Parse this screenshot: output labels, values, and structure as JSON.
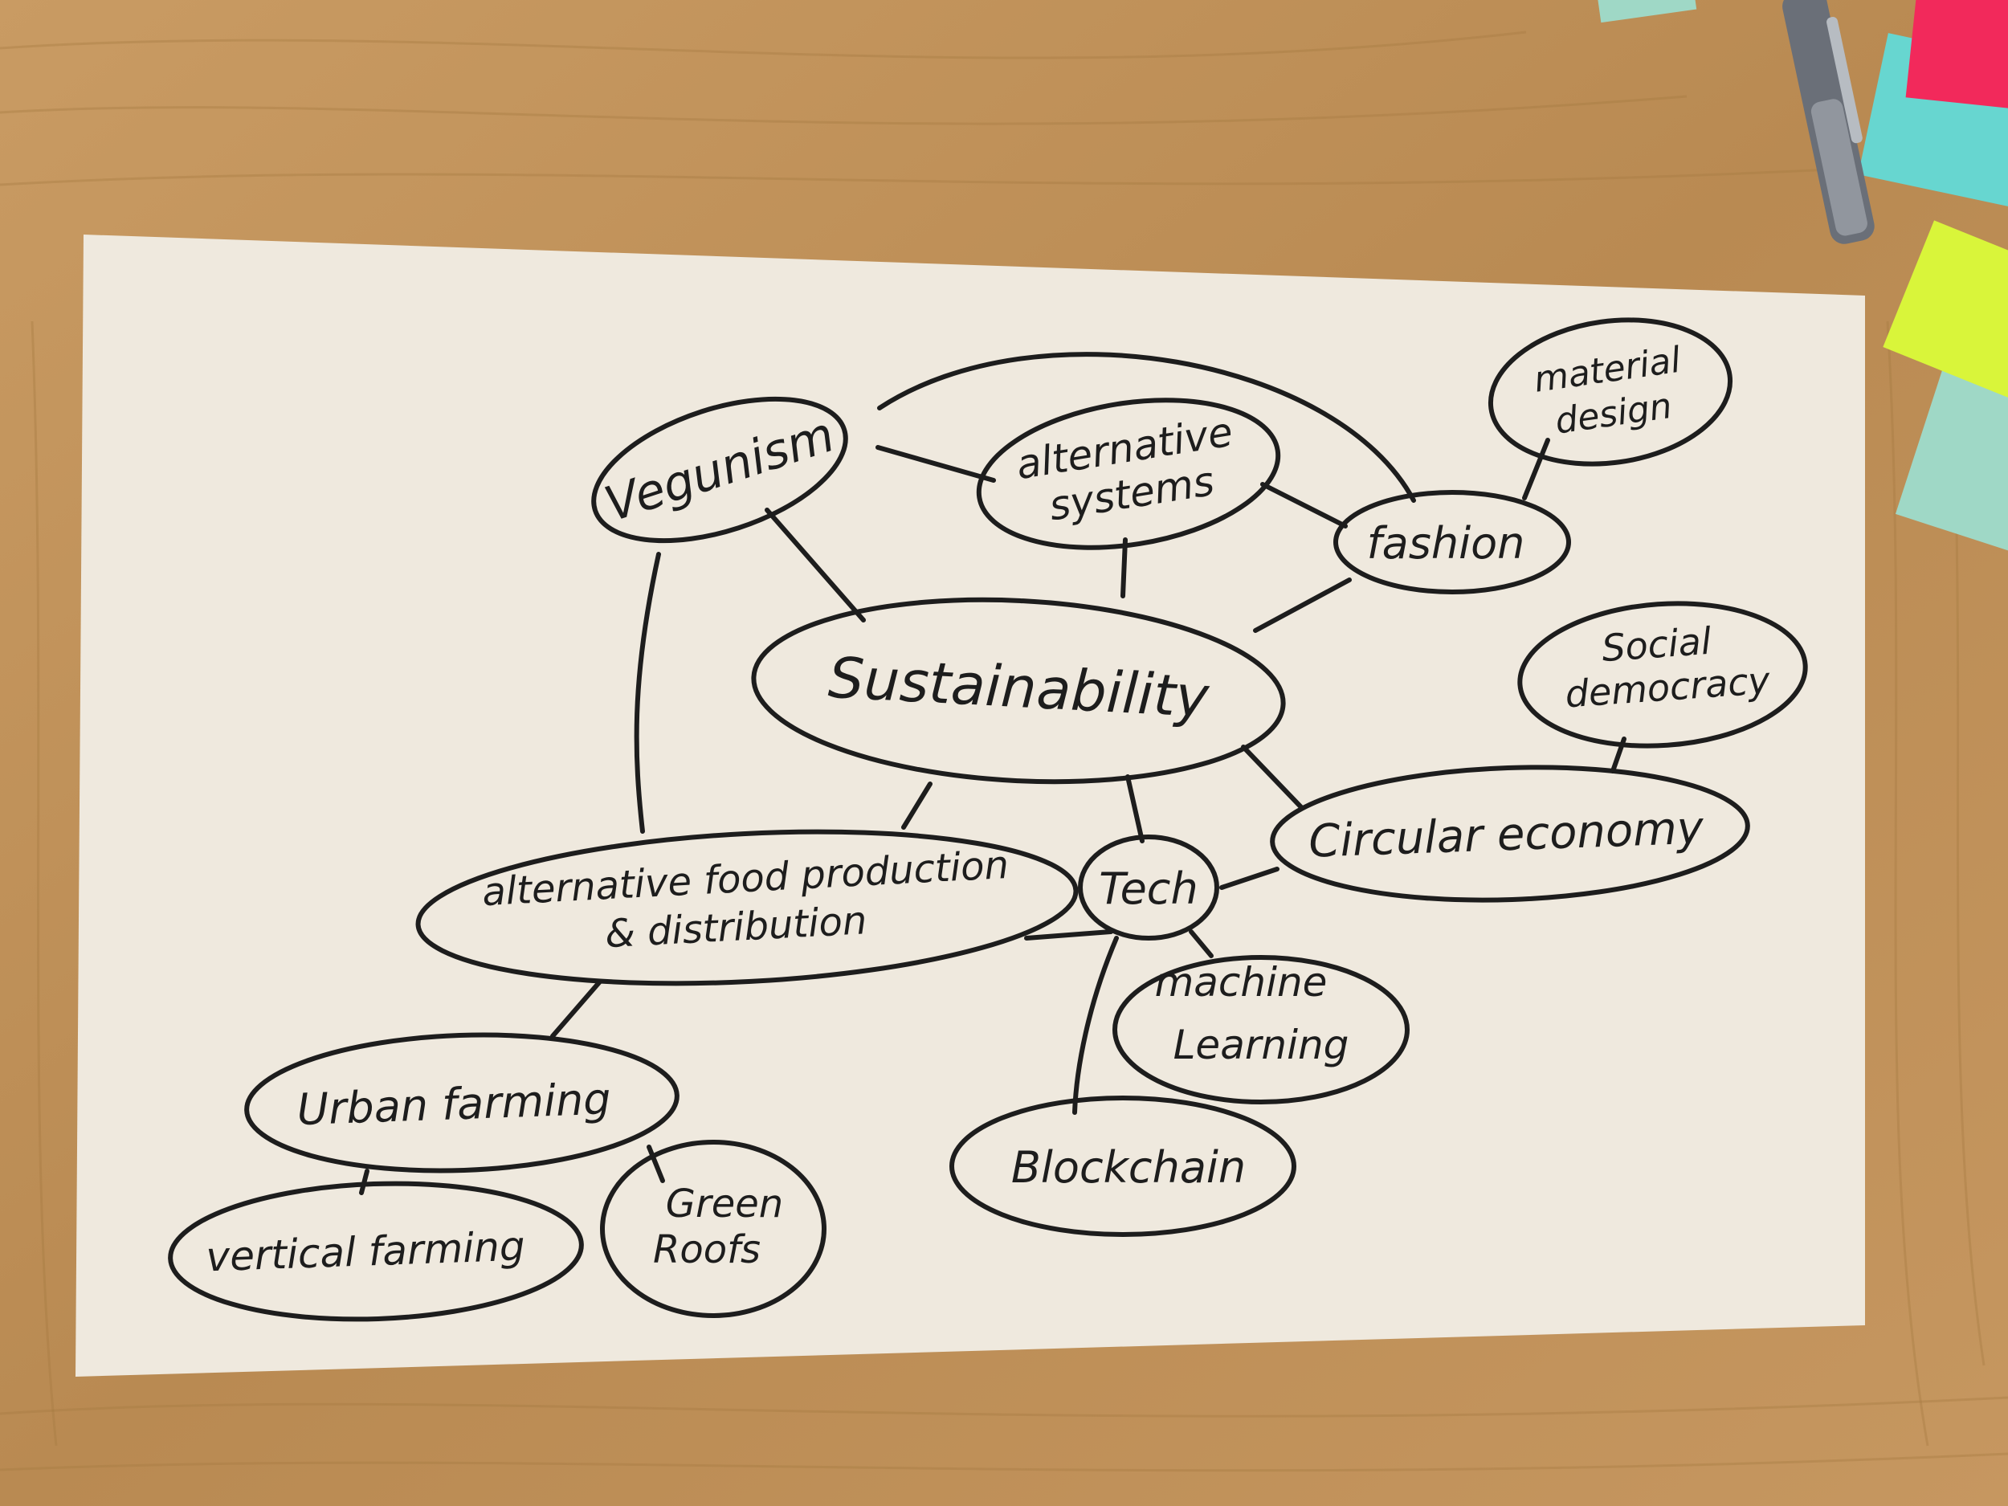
{
  "diagram": {
    "nodes": {
      "center": {
        "label": "Sustainability"
      },
      "veganism": {
        "label": "Vegunism"
      },
      "alt_systems": {
        "line1": "alternative",
        "line2": "systems"
      },
      "fashion": {
        "label": "fashion"
      },
      "material_design": {
        "line1": "material",
        "line2": "design"
      },
      "social_democracy": {
        "line1": "Social",
        "line2": "democracy"
      },
      "circular_economy": {
        "label": "Circular economy"
      },
      "tech": {
        "label": "Tech"
      },
      "alt_food": {
        "line1": "alternative food production",
        "line2": "& distribution"
      },
      "machine_learning": {
        "line1": "machine",
        "line2": "Learning"
      },
      "blockchain": {
        "label": "Blockchain"
      },
      "urban_farming": {
        "label": "Urban farming"
      },
      "vertical_farming": {
        "label": "vertical farming"
      },
      "green_roofs": {
        "line1": "Green",
        "line2": "Roofs"
      }
    }
  },
  "colors": {
    "table": "#c4975f",
    "paper": "#efe9de",
    "ink": "#1d1d1d",
    "sticky_pink": "#f2295b",
    "sticky_teal": "#67d6d0",
    "sticky_yellow": "#d9f53a",
    "sticky_mint": "#9fd8c6"
  }
}
